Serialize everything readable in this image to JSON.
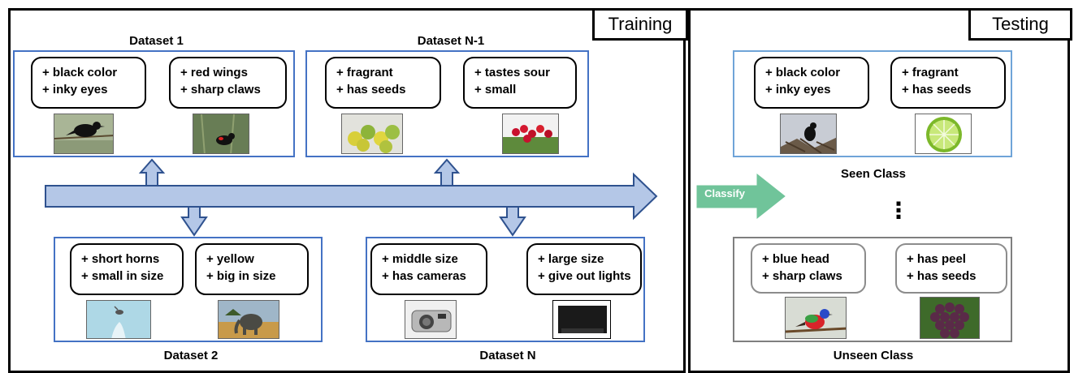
{
  "training": {
    "label": "Training",
    "datasets": {
      "d1": {
        "title": "Dataset 1",
        "boxes": [
          {
            "line1": "+ black color",
            "line2": "+ inky eyes",
            "image": "black bird perched on a branch"
          },
          {
            "line1": "+ red wings",
            "line2": "+ sharp claws",
            "image": "red-winged blackbird in grass"
          }
        ]
      },
      "dn1": {
        "title": "Dataset N-1",
        "boxes": [
          {
            "line1": "+ fragrant",
            "line2": "+ has seeds",
            "image": "pile of limes and lemons"
          },
          {
            "line1": "+ tastes sour",
            "line2": "+ small",
            "image": "red cherries on a branch"
          }
        ]
      },
      "d2": {
        "title": "Dataset 2",
        "boxes": [
          {
            "line1": "+ short horns",
            "line2": "+ small in size",
            "image": "small animal in the snow"
          },
          {
            "line1": "+ yellow",
            "line2": "+ big in size",
            "image": "elephant on the savanna"
          }
        ]
      },
      "dn": {
        "title": "Dataset N",
        "boxes": [
          {
            "line1": "+ middle size",
            "line2": "+ has cameras",
            "image": "silver compact camera"
          },
          {
            "line1": "+ large size",
            "line2": "+ give out lights",
            "image": "black rectangular device"
          }
        ]
      }
    }
  },
  "testing": {
    "label": "Testing",
    "classify_label": "Classify",
    "dots": "⋮",
    "seen": {
      "title": "Seen Class",
      "boxes": [
        {
          "line1": "+ black color",
          "line2": "+ inky eyes",
          "image": "black bird on dry branches"
        },
        {
          "line1": "+ fragrant",
          "line2": "+ has seeds",
          "image": "sliced lime"
        }
      ]
    },
    "unseen": {
      "title": "Unseen Class",
      "boxes": [
        {
          "line1": "+ blue head",
          "line2": "+ sharp claws",
          "image": "painted bunting bird"
        },
        {
          "line1": "+  has peel",
          "line2": "+ has seeds",
          "image": "bunch of purple grapes"
        }
      ]
    }
  },
  "colors": {
    "dataset_border": "#4472c4",
    "seen_border": "#6fa4d8",
    "unseen_border": "#7f7f7f",
    "arrow_fill": "#b4c7e7",
    "arrow_stroke": "#2f528f",
    "classify_fill": "#70c49a"
  }
}
